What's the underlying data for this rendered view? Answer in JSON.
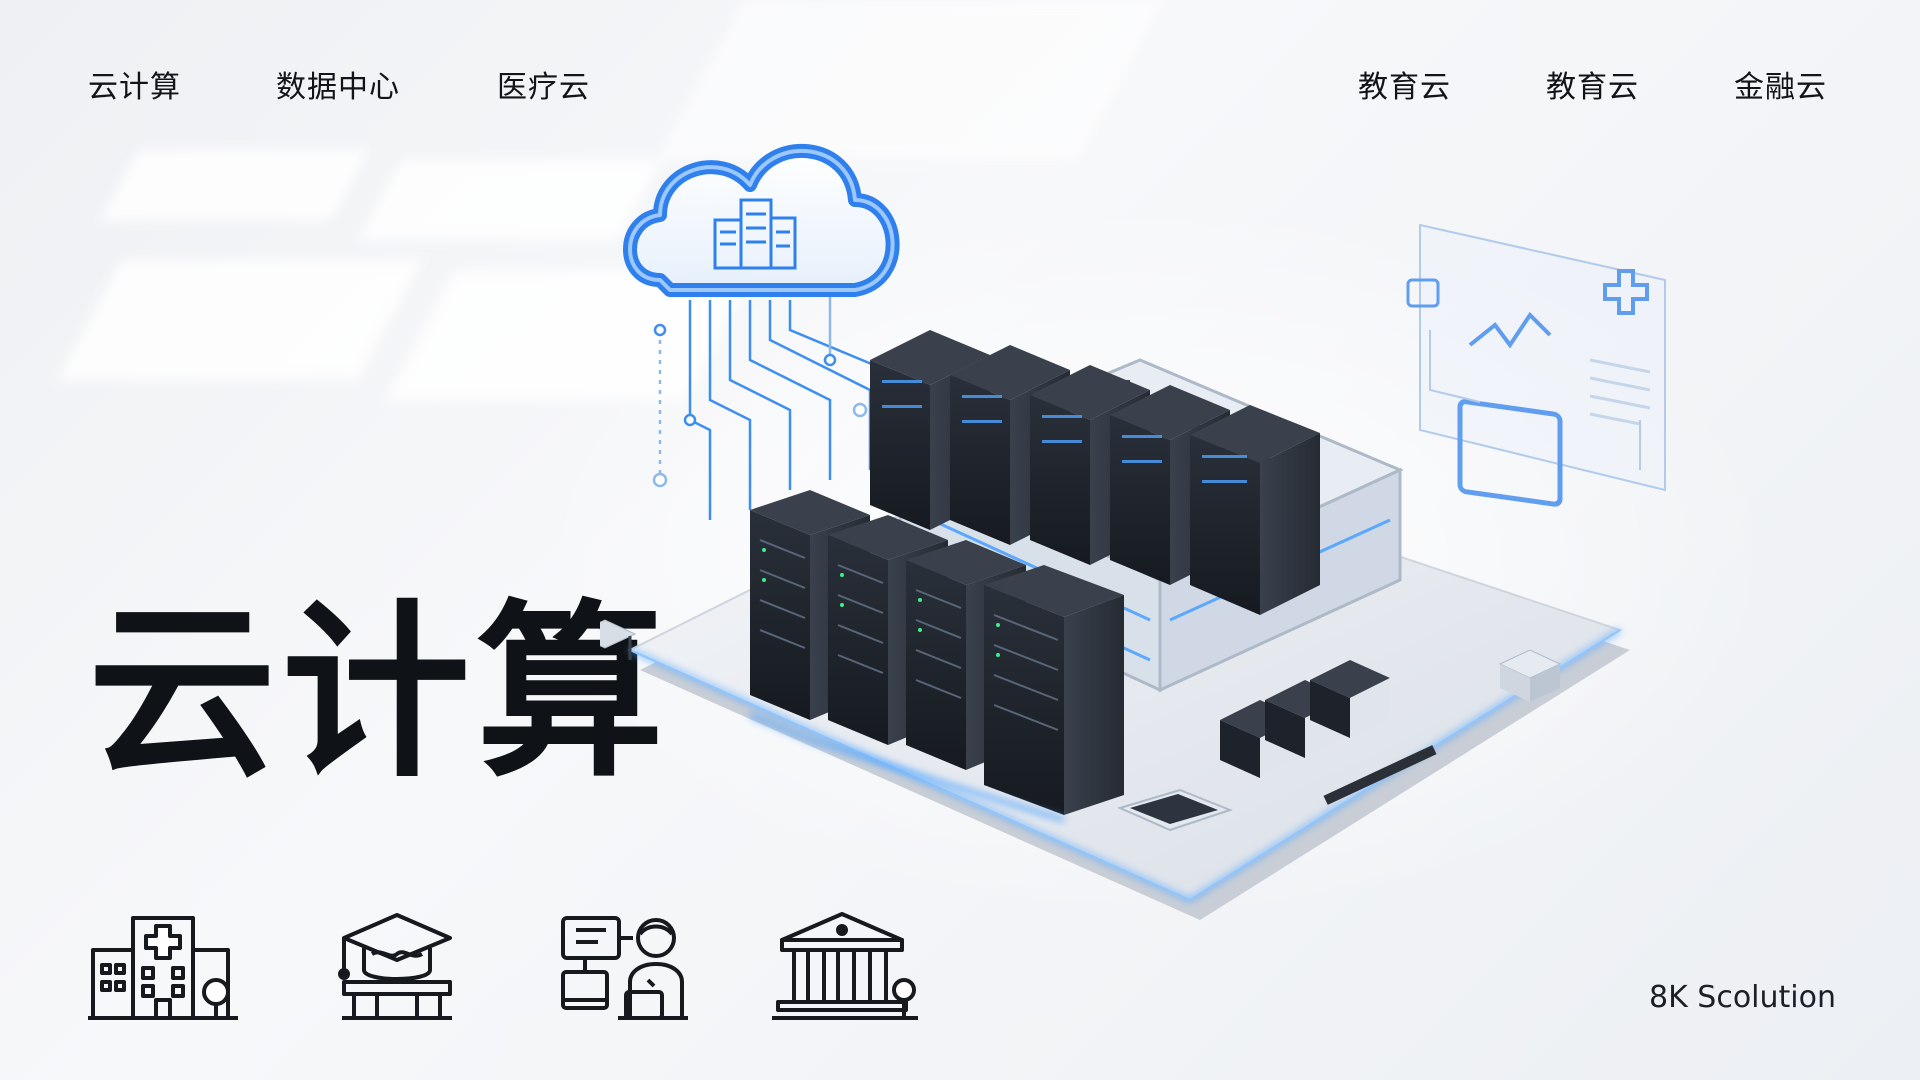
{
  "nav_left": [
    {
      "label": "云计算"
    },
    {
      "label": "数据中心"
    },
    {
      "label": "医疗云"
    }
  ],
  "nav_right": [
    {
      "label": "教育云"
    },
    {
      "label": "教育云"
    },
    {
      "label": "金融云"
    }
  ],
  "hero": {
    "title": "云计算"
  },
  "footer": {
    "tagline": "8K Scolution"
  },
  "icons": {
    "bottom": [
      "hospital-icon",
      "graduation-cap-icon",
      "remote-work-icon",
      "bank-icon"
    ],
    "illustration": [
      "cloud-buildings-icon",
      "medical-monitor-panel-icon"
    ]
  },
  "colors": {
    "accent": "#2f80ed",
    "glow": "#4ea3ff",
    "rack": "#1e232b",
    "text": "#111418"
  }
}
